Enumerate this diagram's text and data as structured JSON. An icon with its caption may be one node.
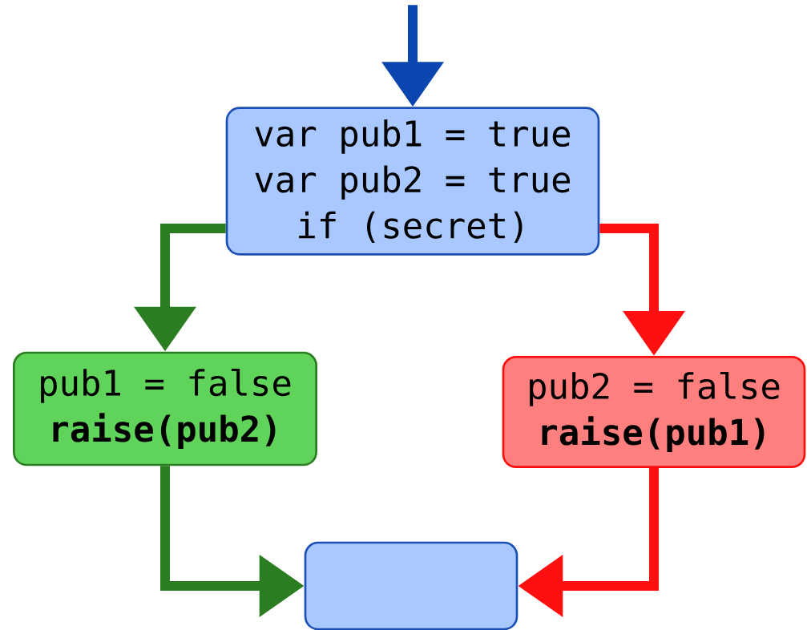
{
  "diagram": {
    "nodes": [
      {
        "text": [
          "var pub1 = true",
          "var pub2 = true",
          "if (secret)"
        ]
      },
      {
        "text": [
          "pub1 = false",
          "raise(pub2)"
        ]
      },
      {
        "text": [
          "pub2 = false",
          "raise(pub1)"
        ]
      },
      {
        "text": [],
        "shape": "box"
      }
    ],
    "edges": [
      {
        "from": null,
        "to": 0,
        "arrow": "to",
        "color": "#0b45b0"
      },
      {
        "from": 0,
        "to": 1,
        "arrow": "to",
        "color": "#2a7d20"
      },
      {
        "from": 0,
        "to": 2,
        "arrow": "to",
        "color": "#ff1010"
      },
      {
        "from": 1,
        "to": 3,
        "arrow": "to",
        "color": "#2a7d20"
      },
      {
        "from": 2,
        "to": 3,
        "arrow": "to",
        "color": "#ff1010"
      }
    ]
  }
}
